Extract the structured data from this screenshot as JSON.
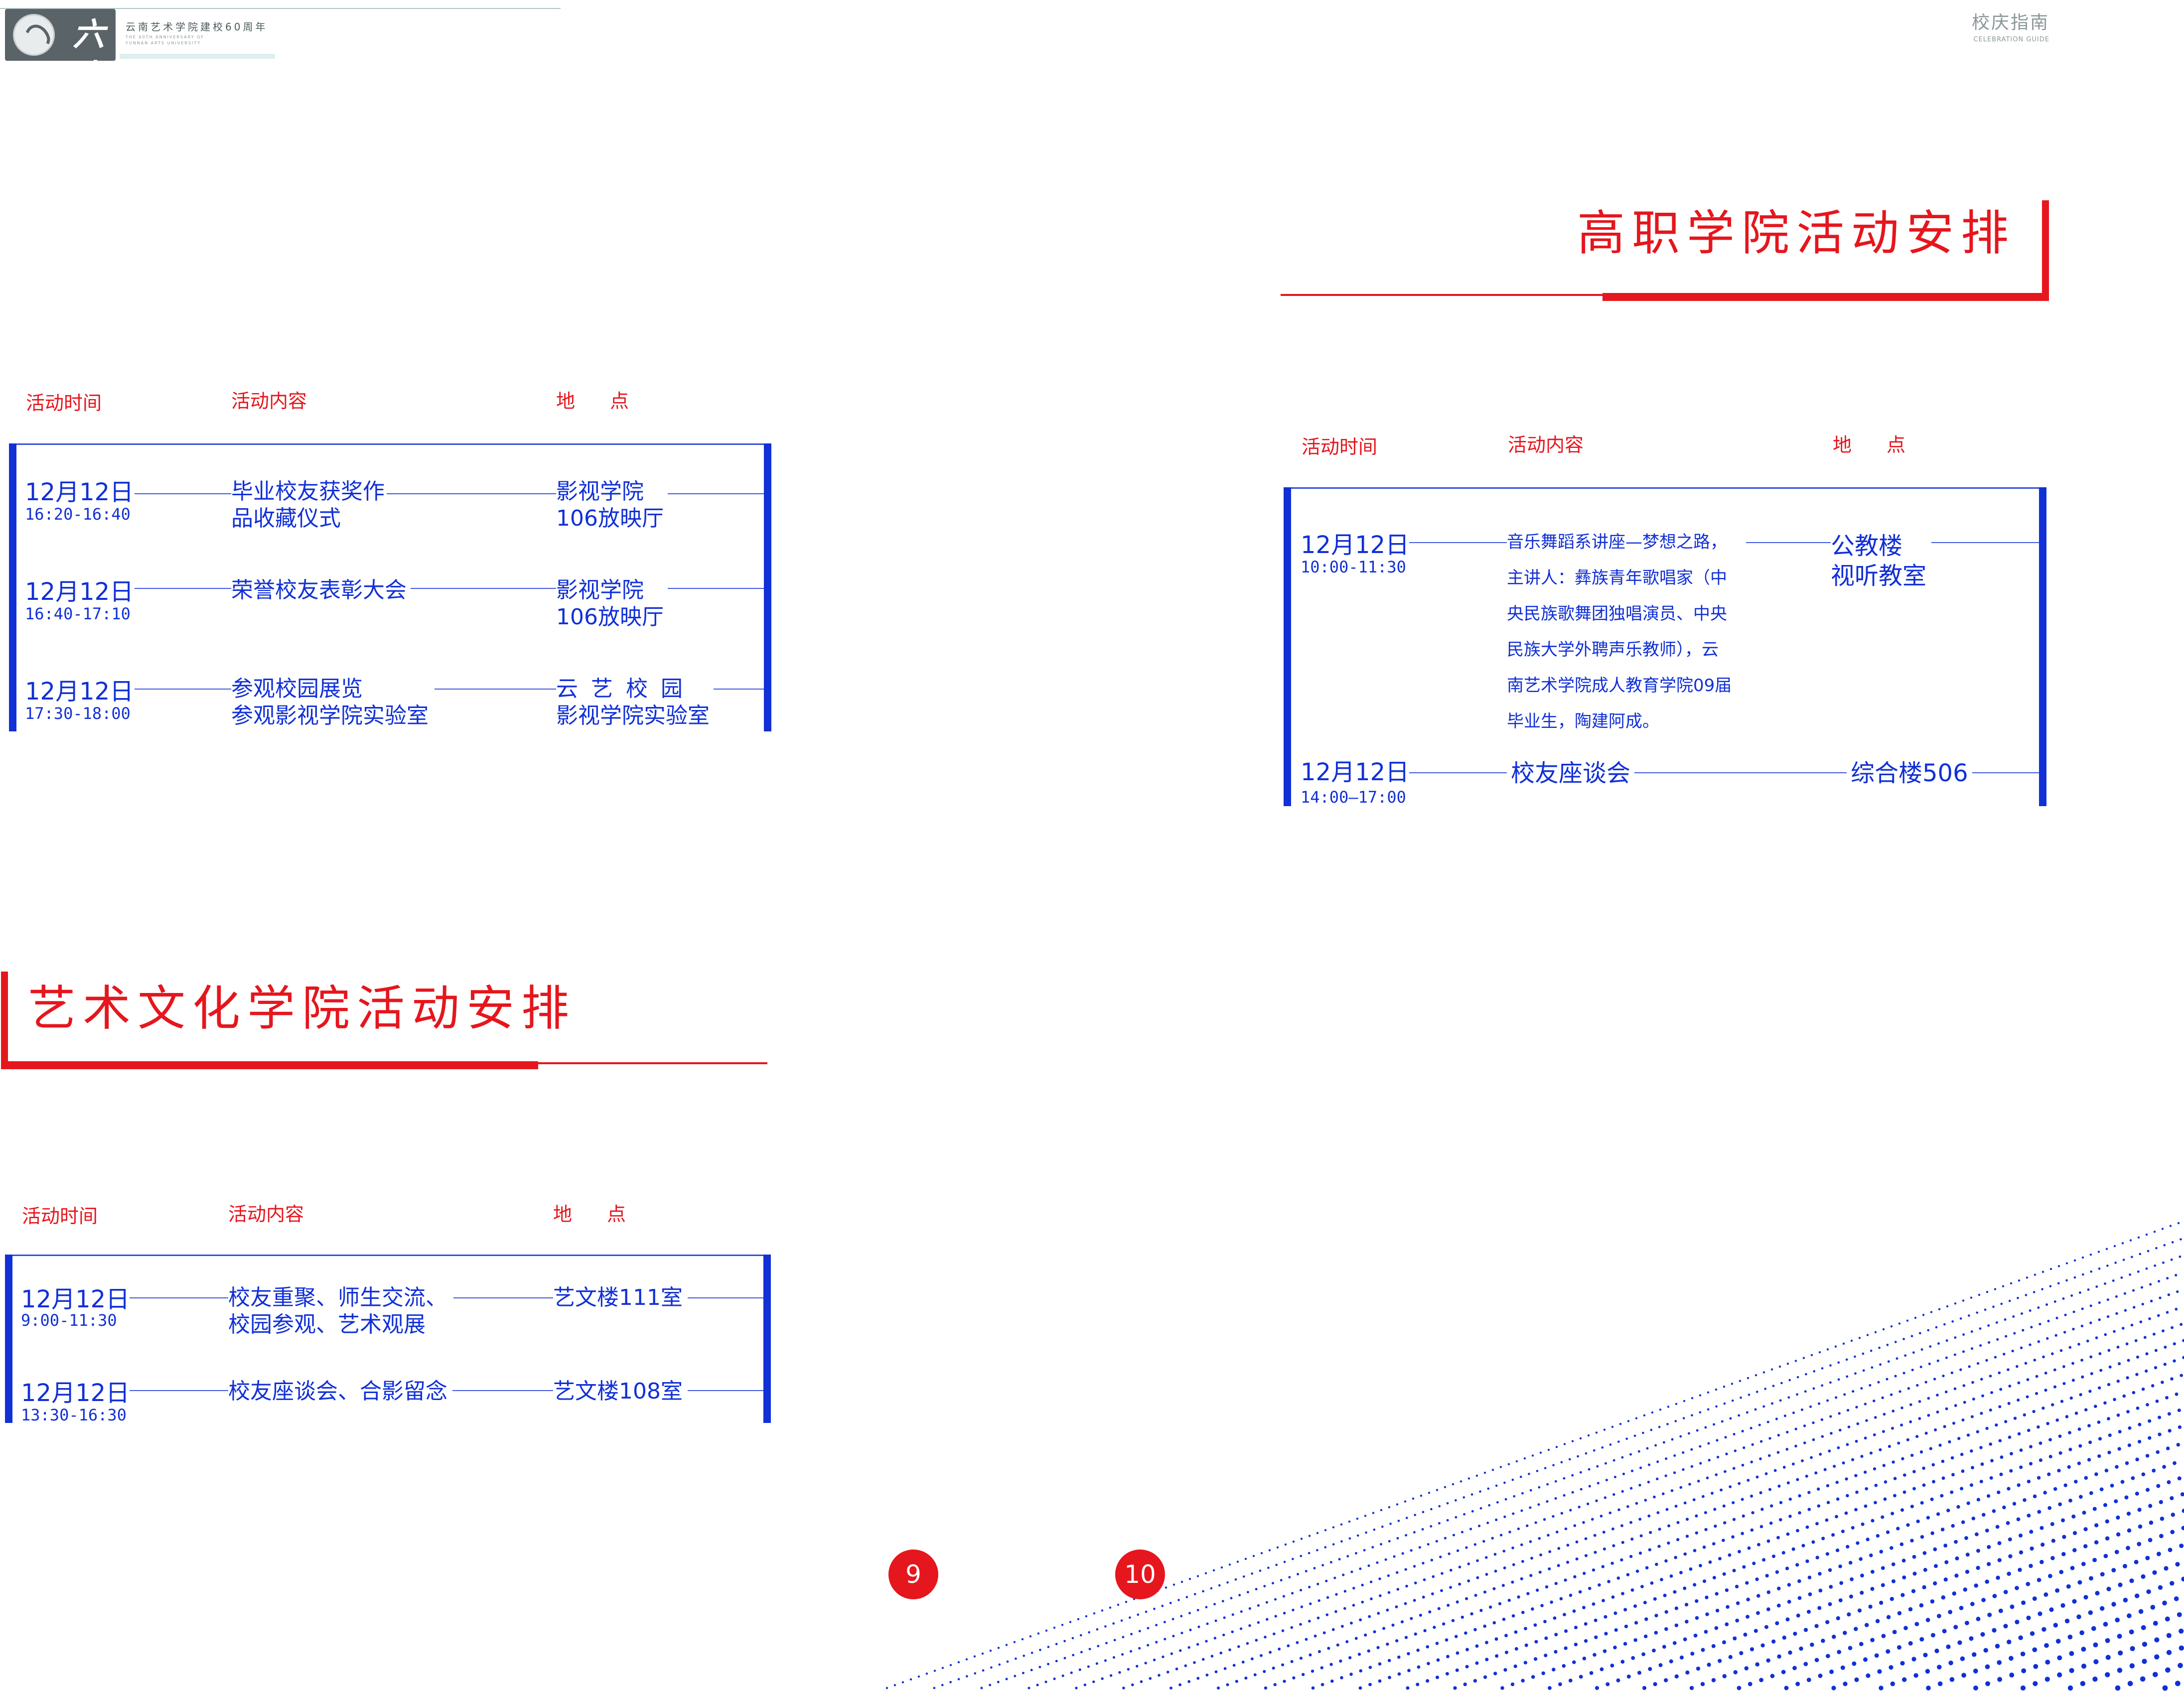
{
  "header": {
    "logo_title": "云南艺术学院建校60周年",
    "logo_sub_1": "THE 60TH ANNIVERSARY OF",
    "logo_sub_2": "YUNNAN ARTS UNIVERSITY",
    "guide_title": "校庆指南",
    "guide_sub": "CELEBRATION GUIDE"
  },
  "column_headers": {
    "time": "活动时间",
    "content": "活动内容",
    "place": "地点"
  },
  "table_top_left": {
    "rows": [
      {
        "date": "12月12日",
        "time": "16:20-16:40",
        "content": [
          "毕业校友获奖作",
          "品收藏仪式"
        ],
        "place": [
          "影视学院",
          "106放映厅"
        ]
      },
      {
        "date": "12月12日",
        "time": "16:40-17:10",
        "content": [
          "荣誉校友表彰大会"
        ],
        "place": [
          "影视学院",
          "106放映厅"
        ]
      },
      {
        "date": "12月12日",
        "time": "17:30-18:00",
        "content": [
          "参观校园展览",
          "参观影视学院实验室"
        ],
        "place": [
          "云艺校园",
          "影视学院实验室"
        ]
      }
    ]
  },
  "section_gaozhi": {
    "title": "高职学院活动安排",
    "rows": [
      {
        "date": "12月12日",
        "time": "10:00-11:30",
        "content": [
          "音乐舞蹈系讲座—梦想之路，",
          "主讲人：彝族青年歌唱家（中",
          "央民族歌舞团独唱演员、中央",
          "民族大学外聘声乐教师），云",
          "南艺术学院成人教育学院09届",
          "毕业生，陶建阿成。"
        ],
        "place": [
          "公教楼",
          "视听教室"
        ]
      },
      {
        "date": "12月12日",
        "time": "14:00—17:00",
        "content": [
          "校友座谈会"
        ],
        "place": [
          "综合楼506"
        ]
      }
    ]
  },
  "section_yiwen": {
    "title": "艺术文化学院活动安排",
    "rows": [
      {
        "date": "12月12日",
        "time": "9:00-11:30",
        "content": [
          "校友重聚、师生交流、",
          "校园参观、艺术观展"
        ],
        "place": [
          "艺文楼111室"
        ]
      },
      {
        "date": "12月12日",
        "time": "13:30-16:30",
        "content": [
          "校友座谈会、合影留念"
        ],
        "place": [
          "艺文楼108室"
        ]
      }
    ]
  },
  "pages": {
    "left": "9",
    "right": "10"
  },
  "colors": {
    "accent_red": "#e5161d",
    "accent_blue": "#1130d6",
    "logo_gray": "#5a6468"
  },
  "icons": {
    "logo": "university-seal-icon",
    "dots": "dot-pattern-decoration"
  }
}
